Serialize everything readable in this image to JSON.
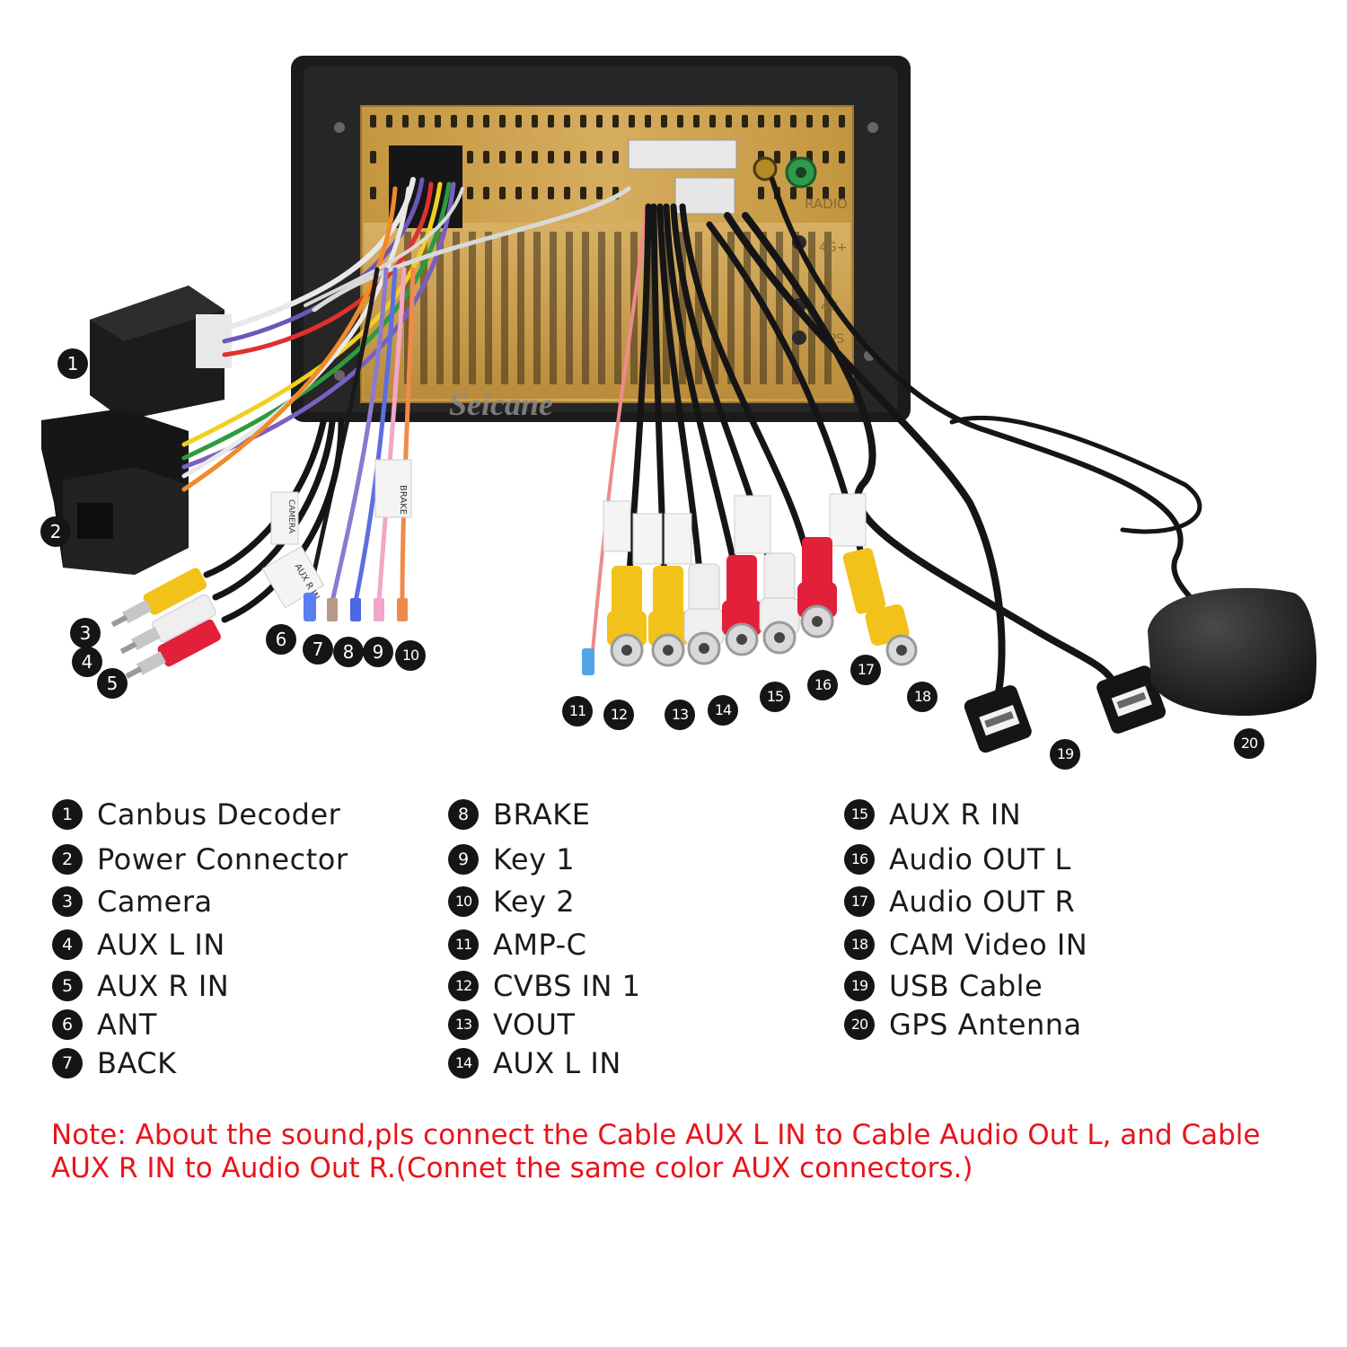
{
  "brand": "Seicane",
  "ports": {
    "radio": "RADIO",
    "4g_plus": "4G+",
    "4g": "4G",
    "gps": "GPS"
  },
  "cable_tags": {
    "camera": "CAMERA",
    "aux_r_in": "AUX R IN",
    "brake": "BRAKE"
  },
  "legend": {
    "col1": [
      {
        "num": "1",
        "label": "Canbus Decoder"
      },
      {
        "num": "2",
        "label": "Power Connector"
      },
      {
        "num": "3",
        "label": "Camera"
      },
      {
        "num": "4",
        "label": "AUX L IN"
      },
      {
        "num": "5",
        "label": "AUX R IN"
      },
      {
        "num": "6",
        "label": "ANT"
      },
      {
        "num": "7",
        "label": "BACK"
      }
    ],
    "col2": [
      {
        "num": "8",
        "label": "BRAKE"
      },
      {
        "num": "9",
        "label": "Key 1"
      },
      {
        "num": "10",
        "label": "Key 2"
      },
      {
        "num": "11",
        "label": "AMP-C"
      },
      {
        "num": "12",
        "label": "CVBS IN 1"
      },
      {
        "num": "13",
        "label": "VOUT"
      },
      {
        "num": "14",
        "label": "AUX L IN"
      }
    ],
    "col3": [
      {
        "num": "15",
        "label": "AUX R IN"
      },
      {
        "num": "16",
        "label": "Audio OUT L"
      },
      {
        "num": "17",
        "label": "Audio OUT R"
      },
      {
        "num": "18",
        "label": "CAM Video IN"
      },
      {
        "num": "19",
        "label": "USB Cable"
      },
      {
        "num": "20",
        "label": "GPS Antenna"
      }
    ]
  },
  "note": {
    "line1": "Note: About the sound,pls connect the Cable AUX L IN to Cable Audio Out L, and Cable",
    "line2": "AUX R IN to  Audio Out R.(Connet the same color AUX connectors.)"
  },
  "colors": {
    "chassis": "#c9a04e",
    "bezel": "#1a1a1a",
    "rca_yellow": "#f2c21b",
    "rca_white": "#efefef",
    "rca_red": "#e3203a",
    "note_red": "#e8141b"
  }
}
